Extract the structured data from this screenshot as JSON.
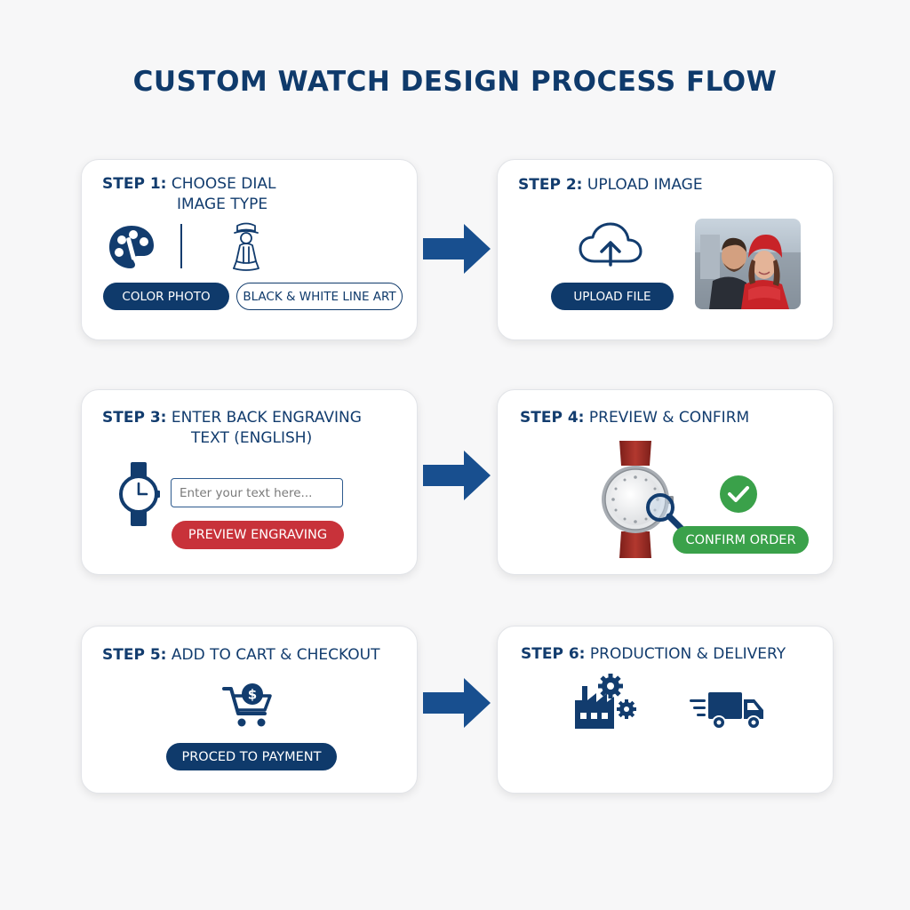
{
  "page": {
    "title": "CUSTOM WATCH DESIGN PROCESS FLOW"
  },
  "steps": [
    {
      "label": "STEP 1:",
      "title": "CHOOSE DIAL",
      "title_line2": "IMAGE TYPE",
      "buttons": [
        "COLOR PHOTO",
        "BLACK & WHITE LINE ART"
      ],
      "icons": [
        "palette-icon",
        "line-art-figure-icon"
      ]
    },
    {
      "label": "STEP 2:",
      "title": "UPLOAD IMAGE",
      "buttons": [
        "UPLOAD FILE"
      ],
      "icons": [
        "cloud-upload-icon",
        "couple-photo"
      ]
    },
    {
      "label": "STEP 3:",
      "title": "ENTER BACK ENGRAVING",
      "title_line2": "TEXT (ENGLISH)",
      "input_placeholder": "Enter your text here...",
      "buttons": [
        "PREVIEW ENGRAVING"
      ],
      "icons": [
        "watch-icon"
      ]
    },
    {
      "label": "STEP 4:",
      "title": "PREVIEW & CONFIRM",
      "buttons": [
        "CONFIRM ORDER"
      ],
      "icons": [
        "watch-preview-image",
        "magnifier-icon",
        "check-circle-icon"
      ]
    },
    {
      "label": "STEP 5:",
      "title": "ADD TO CART & CHECKOUT",
      "buttons": [
        "PROCED TO PAYMENT"
      ],
      "icons": [
        "cart-dollar-icon"
      ]
    },
    {
      "label": "STEP 6:",
      "title": "PRODUCTION & DELIVERY",
      "icons": [
        "factory-gears-icon",
        "delivery-truck-icon"
      ]
    }
  ],
  "colors": {
    "navy": "#0f3a6b",
    "arrow": "#184f8f",
    "red": "#c8323a",
    "green": "#3aa14a",
    "background": "#f7f7f8"
  }
}
